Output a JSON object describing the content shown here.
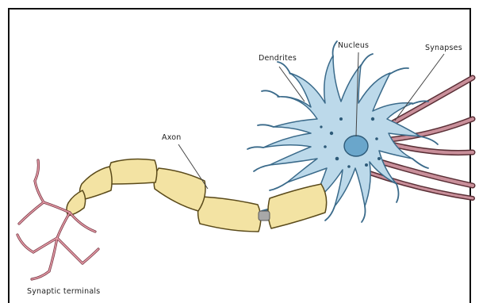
{
  "labels": {
    "dendrites": "Dendrites",
    "nucleus": "Nucleus",
    "synapses": "Synapses",
    "axon": "Axon",
    "synaptic_terminals": "Synaptic terminals"
  },
  "colors": {
    "cell_body": "#bcd9ea",
    "cell_outline": "#3a6a8a",
    "nucleus": "#6aa6cb",
    "myelin": "#f3e3a3",
    "myelin_outline": "#5a4a1a",
    "terminals": "#e39aa6",
    "synapse_fiber": "#c98f9a",
    "leader": "#444444"
  }
}
